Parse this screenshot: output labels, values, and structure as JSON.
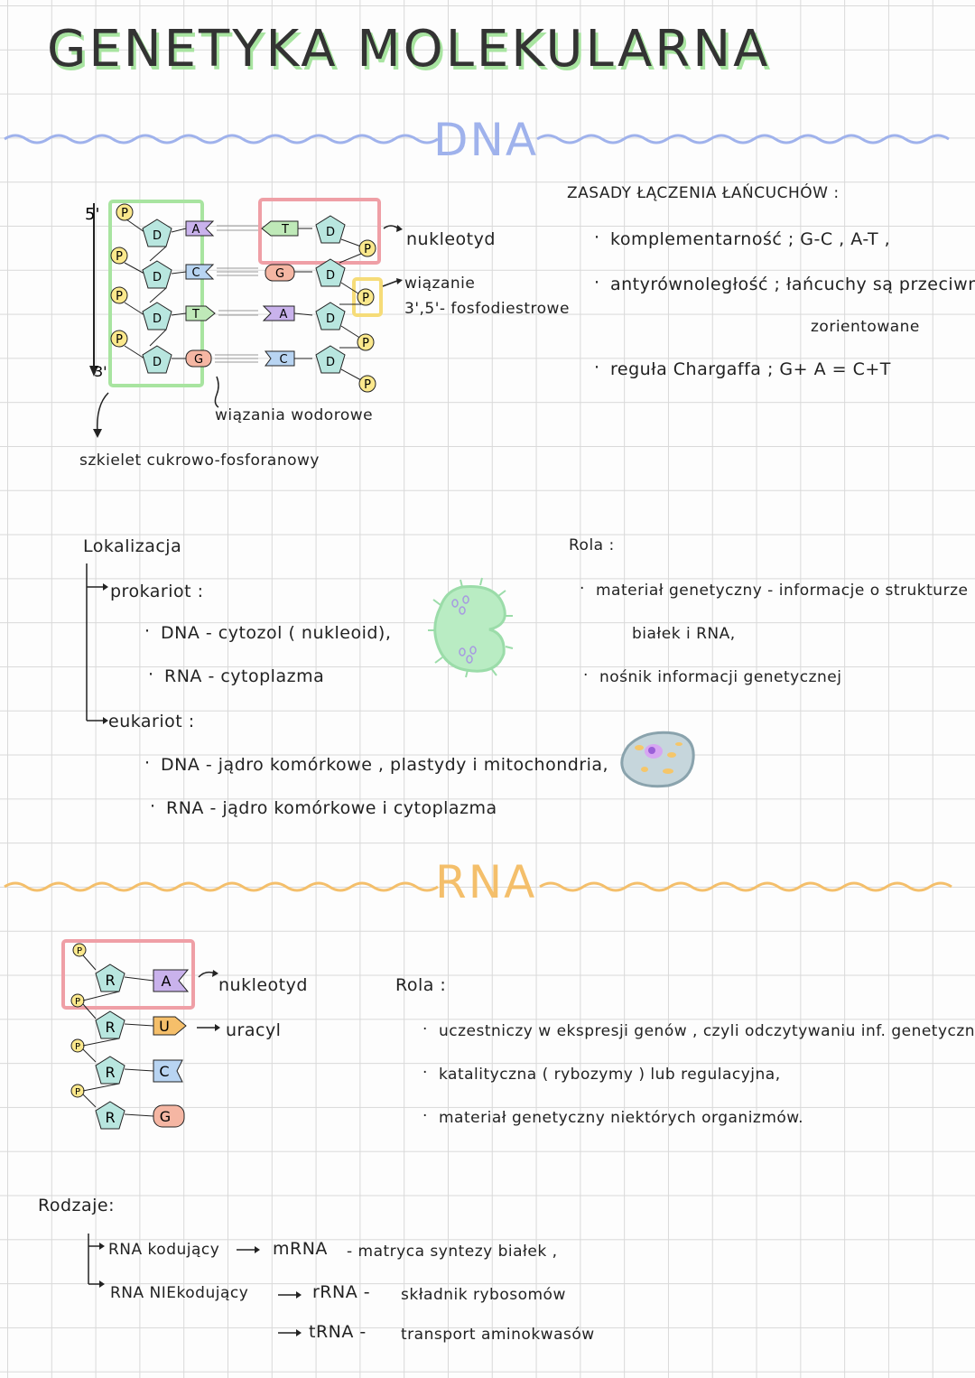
{
  "title": "GENETYKA MOLEKULARNA",
  "dna": {
    "heading": "DNA",
    "strand_labels": {
      "five_prime": "5'",
      "three_prime": "3'",
      "phosphate": "P",
      "deoxyribose": "D"
    },
    "left_bases": [
      "A",
      "C",
      "T",
      "G"
    ],
    "right_bases": [
      "T",
      "G",
      "A",
      "C"
    ],
    "labels": {
      "nucleotide": "nukleotyd",
      "bond_line1": "wiązanie",
      "bond_line2": "3',5'- fosfodiestrowe",
      "hydrogen_bonds": "wiązania wodorowe",
      "backbone": "szkielet cukrowo-fosforanowy"
    },
    "rules": {
      "heading": "ZASADY ŁĄCZENIA ŁAŃCUCHÓW :",
      "items": [
        "komplementarność ; G-C , A-T ,",
        "antyrównoległość ; łańcuchy są przeciwnie",
        "zorientowane",
        "reguła Chargaffa ; G+ A = C+T"
      ]
    },
    "location": {
      "heading": "Lokalizacja",
      "prokaryote": "prokariot :",
      "prok_dna": "DNA - cytozol ( nukleoid),",
      "prok_rna": "RNA - cytoplazma",
      "eukaryote": "eukariot :",
      "euk_dna": "DNA - jądro komórkowe , plastydy i mitochondria,",
      "euk_rna": "RNA - jądro komórkowe i cytoplazma"
    },
    "role": {
      "heading": "Rola :",
      "items": [
        "materiał genetyczny - informacje o strukturze",
        "białek i RNA,",
        "nośnik informacji genetycznej"
      ]
    }
  },
  "rna": {
    "heading": "RNA",
    "sugar": "R",
    "bases": [
      "A",
      "U",
      "C",
      "G"
    ],
    "labels": {
      "nucleotide": "nukleotyd",
      "uracil": "uracyl"
    },
    "role": {
      "heading": "Rola :",
      "items": [
        "uczestniczy w ekspresji genów , czyli odczytywaniu inf. genetycznej",
        "katalityczna ( rybozymy ) lub regulacyjna,",
        "materiał genetyczny niektórych organizmów."
      ]
    },
    "types": {
      "heading": "Rodzaje:",
      "coding": "RNA kodujący",
      "mrna": "mRNA",
      "mrna_desc": "- matryca syntezy białek ,",
      "noncoding": "RNA NIEkodujący",
      "rrna": "rRNA -",
      "rrna_desc": "składnik rybosomów",
      "trna": "tRNA -",
      "trna_desc": "transport aminokwasów"
    }
  },
  "colors": {
    "title_highlight": "#a8e4a0",
    "dna_accent": "#9fb2ec",
    "rna_accent": "#f4bf6b",
    "phosphate": "#fbe88c",
    "sugar": "#b8e6df",
    "base_A": "#c9b2ec",
    "base_C": "#b8d4f2",
    "base_T": "#bfe9b8",
    "base_G": "#f5b6a3",
    "base_U": "#f5bf6a",
    "highlight_green": "#a8e4a0",
    "highlight_pink": "#ef9fa6",
    "highlight_yellow": "#f6dc78"
  }
}
